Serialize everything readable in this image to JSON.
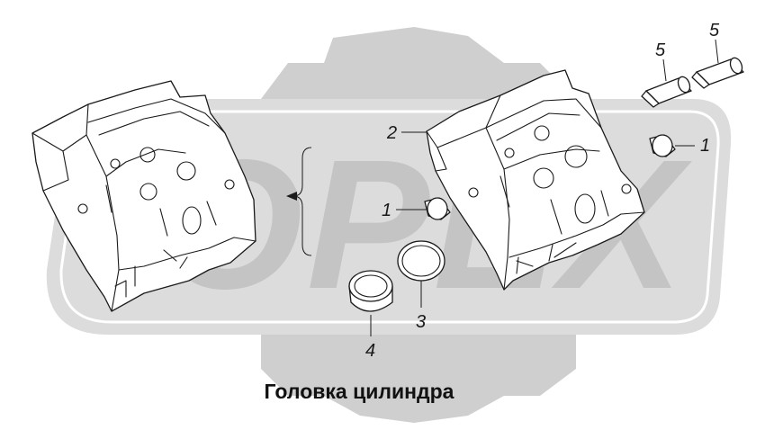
{
  "caption": "Головка цилиндра",
  "watermark": {
    "letters": "ОРЕХ",
    "gear_color": "#cfcfcf",
    "band_color": "#dcdcdc",
    "letter_color": "#c4c4c4"
  },
  "callouts": [
    {
      "id": "c1a",
      "label": "1"
    },
    {
      "id": "c1b",
      "label": "1"
    },
    {
      "id": "c2",
      "label": "2"
    },
    {
      "id": "c3",
      "label": "3"
    },
    {
      "id": "c4",
      "label": "4"
    },
    {
      "id": "c5a",
      "label": "5"
    },
    {
      "id": "c5b",
      "label": "5"
    }
  ],
  "colors": {
    "line": "#1a1a1a",
    "background": "#ffffff"
  }
}
